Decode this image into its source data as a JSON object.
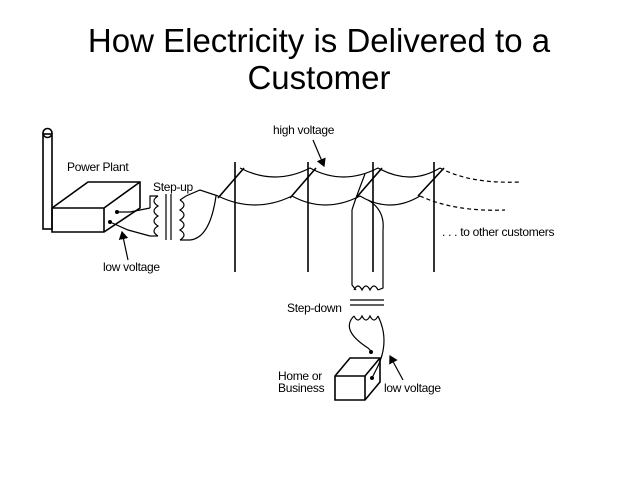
{
  "title": {
    "line1": "How Electricity is Delivered to a",
    "line2": "Customer"
  },
  "diagram": {
    "labels": {
      "power_plant": "Power Plant",
      "step_up": "Step-up",
      "low_voltage_plant": "low voltage",
      "high_voltage": "high voltage",
      "other_customers": ". . . to other customers",
      "step_down": "Step-down",
      "home_line1": "Home or",
      "home_line2": "Business",
      "low_voltage_home": "low voltage"
    }
  }
}
